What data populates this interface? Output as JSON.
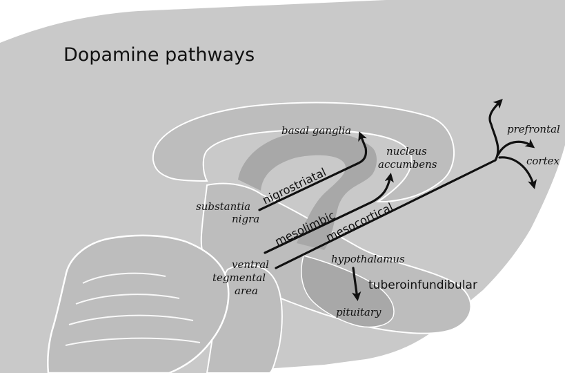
{
  "title": "Dopamine pathways",
  "colors": {
    "head": "#c9c9c9",
    "brain_region": "#bdbdbd",
    "tract": "#a8a8a8",
    "outline": "#ffffff",
    "arrow": "#111111"
  },
  "regions": {
    "basal_ganglia": "basal ganglia",
    "nucleus_accumbens_1": "nucleus",
    "nucleus_accumbens_2": "accumbens",
    "substantia_nigra_1": "substantia",
    "substantia_nigra_2": "nigra",
    "vta_1": "ventral",
    "vta_2": "tegmental",
    "vta_3": "area",
    "hypothalamus": "hypothalamus",
    "pituitary": "pituitary",
    "prefrontal": "prefrontal",
    "cortex": "cortex"
  },
  "pathways": {
    "nigrostriatal": "nigrostriatal",
    "mesolimbic": "mesolimbic",
    "mesocortical": "mesocortical",
    "tuberoinfundibular": "tuberoinfundibular"
  }
}
